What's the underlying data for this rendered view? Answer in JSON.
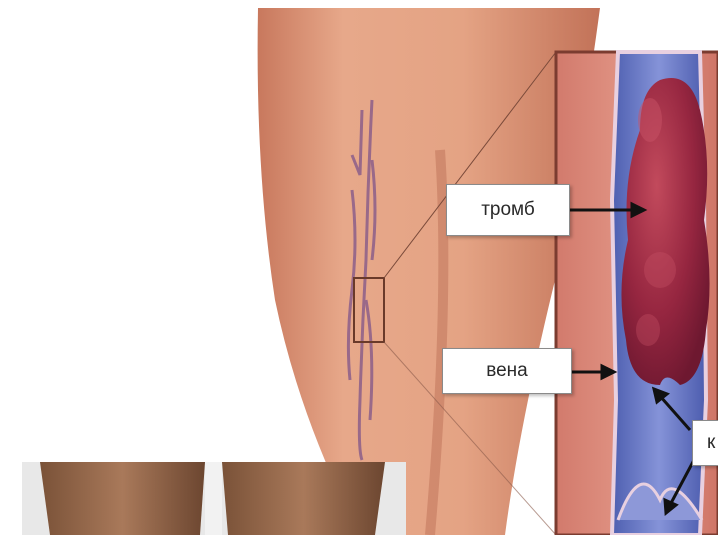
{
  "labels": {
    "thrombus": "тромб",
    "vein": "вена",
    "valve_partial": "к"
  },
  "colors": {
    "skin": "#e4a384",
    "skin_shadow": "#c97d62",
    "vein_blue": "#6f7fc9",
    "thrombus": "#9b2a3e",
    "tissue": "#d98a7a",
    "background": "#ffffff"
  }
}
